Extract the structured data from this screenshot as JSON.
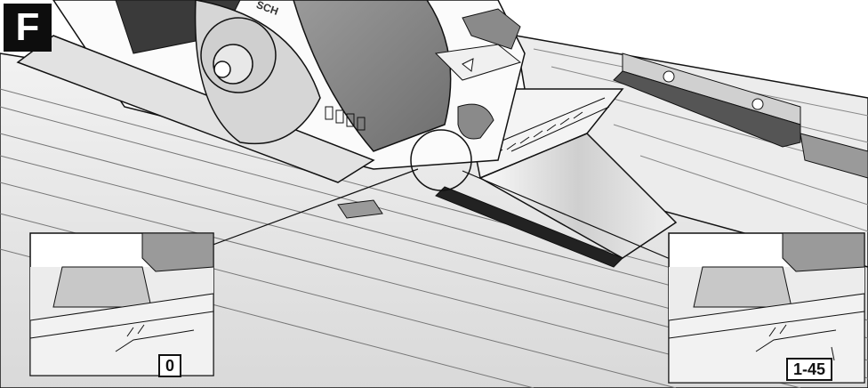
{
  "figure": {
    "label": "F"
  },
  "saw": {
    "brand_fragment": "SCH"
  },
  "insets": {
    "left": {
      "scale_label": "0"
    },
    "right": {
      "scale_label": "1-45"
    }
  },
  "colors": {
    "ink": "#111111",
    "metal": "#bdbdbd",
    "rail": "#e6e6e6",
    "dark": "#3a3a3a"
  }
}
